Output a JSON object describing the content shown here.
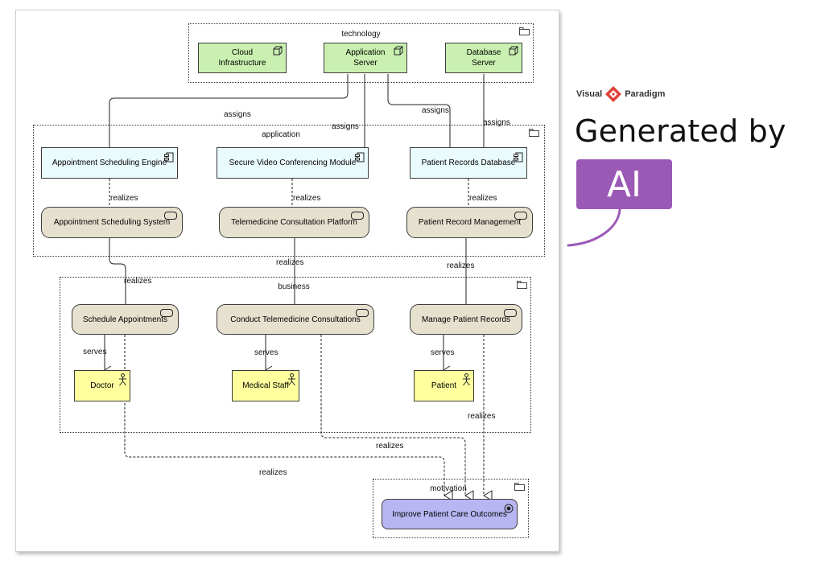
{
  "layers": {
    "technology": "technology",
    "application": "application",
    "business": "business",
    "motivation": "motivation"
  },
  "technology": {
    "cloud": "Cloud Infrastructure",
    "app_server": "Application Server",
    "db_server": "Database Server"
  },
  "application": {
    "scheduling_engine": "Appointment Scheduling Engine",
    "video_module": "Secure Video Conferencing Module",
    "records_db": "Patient Records Database",
    "scheduling_system": "Appointment Scheduling System",
    "telemedicine_platform": "Telemedicine Consultation Platform",
    "record_mgmt": "Patient Record Management"
  },
  "business": {
    "schedule": "Schedule Appointments",
    "conduct": "Conduct Telemedicine Consultations",
    "manage": "Manage Patient Records",
    "doctor": "Doctor",
    "staff": "Medical Staff",
    "patient": "Patient"
  },
  "motivation": {
    "goal": "Improve Patient Care Outcomes"
  },
  "relations": {
    "assigns": "assigns",
    "realizes": "realizes",
    "serves": "serves"
  },
  "branding": {
    "vp_left": "Visual",
    "vp_right": "Paradigm",
    "generated_by": "Generated by",
    "ai": "AI",
    "accent_color": "#9b59b6",
    "logo_color": "#e0413a"
  }
}
